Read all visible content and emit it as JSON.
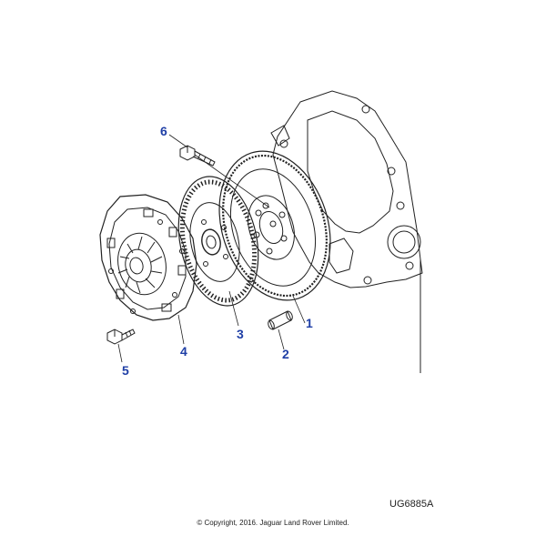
{
  "callouts": {
    "c1": "1",
    "c2": "2",
    "c3": "3",
    "c4": "4",
    "c5": "5",
    "c6": "6"
  },
  "figure_ref": "UG6885A",
  "copyright": "© Copyright, 2016. Jaguar Land Rover Limited.",
  "colors": {
    "callout": "#1f3fa6",
    "line": "#222222"
  }
}
